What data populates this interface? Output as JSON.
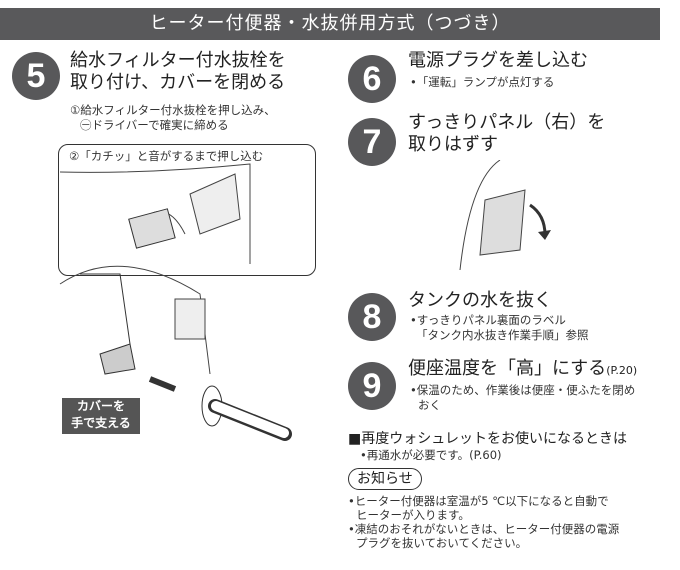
{
  "header": {
    "title": "ヒーター付便器・水抜併用方式（つづき）"
  },
  "steps": [
    {
      "number": "5",
      "title_lines": [
        "給水フィルター付水抜栓を",
        "取り付け、カバーを閉める"
      ],
      "notes": [
        "①給水フィルター付水抜栓を押し込み、",
        "㊀ドライバーで確実に締める"
      ],
      "callout": "②「カチッ」と音がするまで押し込む",
      "label_lines": [
        "カバーを",
        "手で支える"
      ]
    },
    {
      "number": "6",
      "title": "電源プラグを差し込む",
      "note": "•「運転」ランプが点灯する"
    },
    {
      "number": "7",
      "title_lines": [
        "すっきりパネル（右）を",
        "取りはずす"
      ]
    },
    {
      "number": "8",
      "title": "タンクの水を抜く",
      "notes": [
        "•すっきりパネル裏面のラベル",
        "「タンク内水抜き作業手順」参照"
      ]
    },
    {
      "number": "9",
      "title": "便座温度を「高」にする",
      "ref": "(P.20)",
      "notes": [
        "•保温のため、作業後は便座・便ふたを閉め",
        "おく"
      ]
    }
  ],
  "reuse": {
    "title": "■再度ウォシュレットをお使いになるときは",
    "note": "•再通水が必要です。(P.60)"
  },
  "notice": {
    "badge": "お知らせ",
    "items": [
      "•ヒーター付便器は室温が5 ℃以下になると自動で",
      "ヒーターが入ります。",
      "•凍結のおそれがないときは、ヒーター付便器の電源",
      "プラグを抜いておいてください。"
    ]
  }
}
